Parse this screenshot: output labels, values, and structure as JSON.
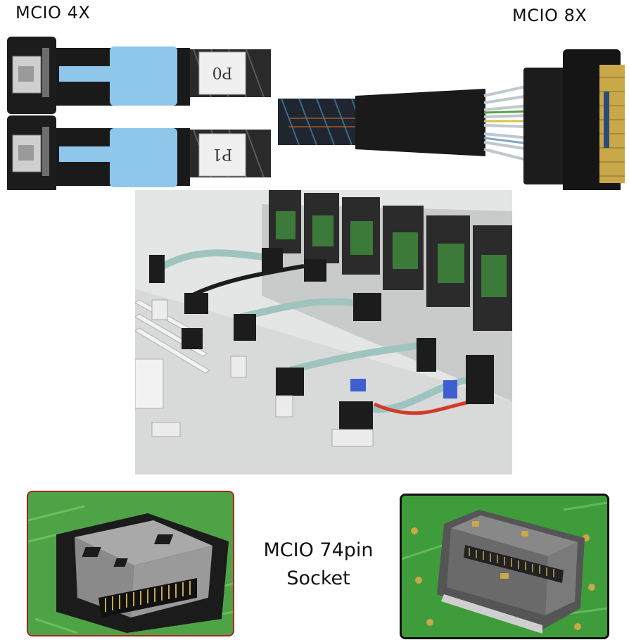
{
  "labels": {
    "mcio_4x": "MCIO 4X",
    "mcio_8x": "MCIO 8X",
    "socket_line1": "MCIO 74pin",
    "socket_line2": "Socket",
    "port_p0": "P0",
    "port_p1": "P1"
  },
  "colors": {
    "cable_black": "#1c1c1c",
    "pull_tab_blue": "#8ec7ea",
    "pcb_green": "#3f9a3a",
    "frame_red": "#b3201f",
    "frame_black": "#111111",
    "gold_contacts": "#c9a84a"
  }
}
